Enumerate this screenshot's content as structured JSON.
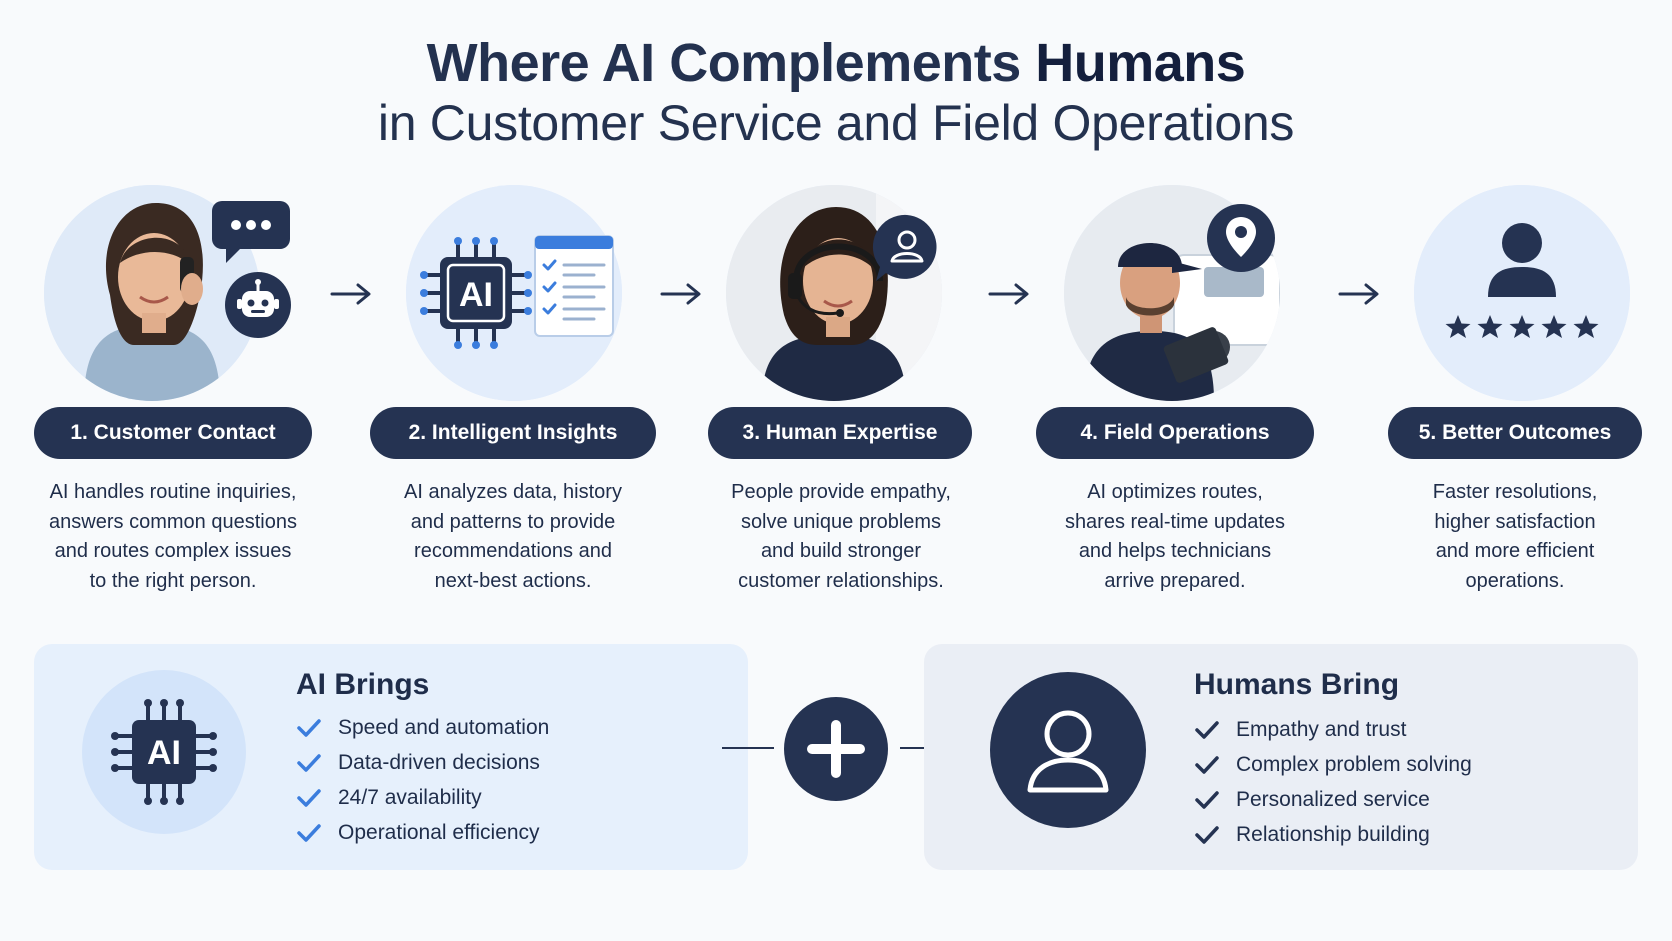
{
  "header": {
    "title_part1": "Where AI Complements",
    "title_part2": "Humans",
    "subtitle": "in Customer Service and Field Operations"
  },
  "steps": [
    {
      "label": "1. Customer Contact",
      "desc": [
        "AI handles routine inquiries,",
        "answers common questions",
        "and routes complex issues",
        "to the right person."
      ]
    },
    {
      "label": "2. Intelligent Insights",
      "desc": [
        "AI analyzes data, history",
        "and patterns to provide",
        "recommendations and",
        "next-best actions."
      ]
    },
    {
      "label": "3. Human Expertise",
      "desc": [
        "People provide empathy,",
        "solve unique problems",
        "and build stronger",
        "customer relationships."
      ]
    },
    {
      "label": "4. Field Operations",
      "desc": [
        "AI optimizes routes,",
        "shares real-time updates",
        "and helps technicians",
        "arrive prepared."
      ]
    },
    {
      "label": "5. Better Outcomes",
      "desc": [
        "Faster resolutions,",
        "higher satisfaction",
        "and more efficient",
        "operations."
      ]
    }
  ],
  "chip_text": "AI",
  "ai_panel": {
    "title": "AI Brings",
    "items": [
      "Speed and automation",
      "Data-driven decisions",
      "24/7 availability",
      "Operational efficiency"
    ]
  },
  "human_panel": {
    "title": "Humans Bring",
    "items": [
      "Empathy and trust",
      "Complex problem solving",
      "Personalized service",
      "Relationship building"
    ]
  },
  "colors": {
    "navy": "#253352",
    "accent_blue": "#3b7ddd",
    "circle_bg": "#e1ecfb",
    "ai_panel_bg": "#e6f0fc",
    "human_panel_bg": "#eaeef5"
  },
  "icons": {
    "chat": "chat-bubble-icon",
    "bot": "bot-icon",
    "chip": "ai-chip-icon",
    "checklist": "checklist-icon",
    "agent": "user-bubble-icon",
    "location": "location-pin-icon",
    "user": "user-icon",
    "stars": "star-rating-icon",
    "check": "check-icon",
    "plus": "plus-icon"
  }
}
